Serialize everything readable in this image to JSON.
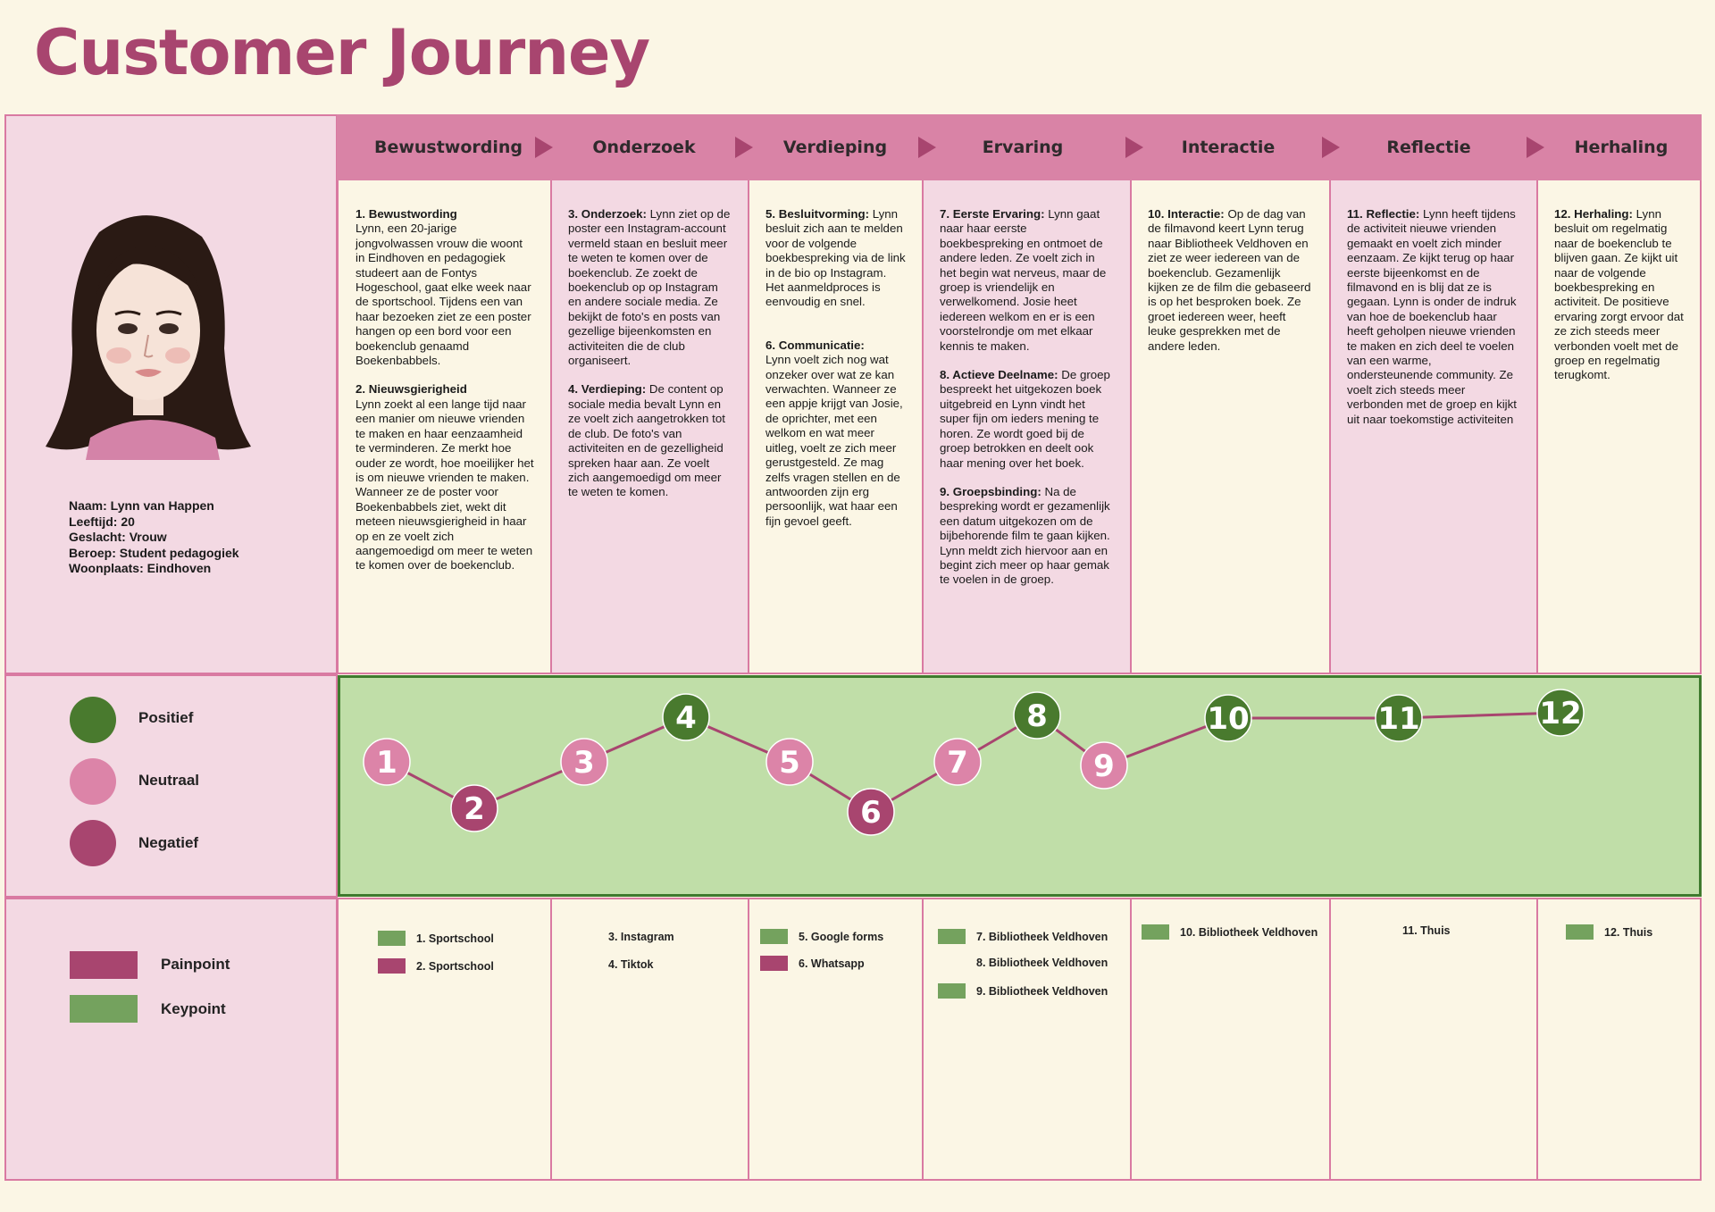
{
  "title": "Customer Journey",
  "stages": [
    "Bewustwording",
    "Onderzoek",
    "Verdieping",
    "Ervaring",
    "Interactie",
    "Reflectie",
    "Herhaling"
  ],
  "persona": {
    "lines": [
      "Naam: Lynn van Happen",
      "Leeftijd: 20",
      "Geslacht: Vrouw",
      "Beroep: Student pedagogiek",
      "Woonplaats: Eindhoven"
    ]
  },
  "steps": [
    {
      "head": "1. Bewustwording",
      "sep": "",
      "text": "Lynn, een 20-jarige jongvolwassen vrouw die woont in Eindhoven en pedagogiek studeert aan de Fontys Hogeschool, gaat elke week naar de sportschool. Tijdens een van haar bezoeken ziet ze een poster hangen op een bord voor een boekenclub genaamd Boekenbabbels."
    },
    {
      "head": "2. Nieuwsgierigheid",
      "sep": "",
      "text": "Lynn zoekt al een lange tijd naar een manier om nieuwe vrienden te maken en haar eenzaamheid te verminderen. Ze merkt hoe ouder ze wordt, hoe moeilijker het is om nieuwe vrienden te maken. Wanneer ze de poster voor Boekenbabbels ziet, wekt dit meteen nieuwsgierigheid in haar op en ze voelt zich aangemoedigd om meer te weten te komen over de boekenclub."
    },
    {
      "head": "3. Onderzoek:",
      "sep": " ",
      "text": "Lynn ziet op de poster een Instagram-account vermeld staan en besluit meer te weten te komen over de boekenclub. Ze zoekt de boekenclub op op Instagram en andere sociale media. Ze bekijkt de foto's en posts van gezellige bijeenkomsten en activiteiten die de club organiseert."
    },
    {
      "head": "4. Verdieping:",
      "sep": " ",
      "text": "De content op sociale media bevalt Lynn en ze voelt zich aangetrokken tot de club. De foto's van activiteiten en de gezelligheid spreken haar aan. Ze voelt zich aangemoedigd om meer te weten te komen."
    },
    {
      "head": "5. Besluitvorming:",
      "sep": " ",
      "text": "Lynn besluit zich aan te melden voor de volgende boekbespreking via de link in de bio op Instagram. Het aanmeldproces is eenvoudig en snel."
    },
    {
      "head": "6. Communicatie:",
      "sep": "",
      "text": "Lynn voelt zich nog wat onzeker over wat ze kan verwachten. Wanneer ze een appje krijgt van Josie, de oprichter, met een welkom en wat meer uitleg, voelt ze zich meer gerustgesteld. Ze mag zelfs vragen stellen en de antwoorden zijn erg persoonlijk, wat haar een fijn gevoel geeft."
    },
    {
      "head": "7. Eerste Ervaring:",
      "sep": " ",
      "text": "Lynn gaat naar haar eerste boekbespreking en ontmoet de andere leden. Ze voelt zich in het begin wat nerveus, maar de groep is vriendelijk en verwelkomend. Josie heet iedereen welkom en er is een voorstelrondje om met elkaar kennis te maken."
    },
    {
      "head": "8. Actieve Deelname:",
      "sep": " ",
      "text": "De groep bespreekt het uitgekozen boek uitgebreid en Lynn vindt het super fijn om ieders mening te horen. Ze wordt goed bij de groep betrokken en deelt ook haar mening over het boek."
    },
    {
      "head": "9. Groepsbinding:",
      "sep": " ",
      "text": "Na de bespreking wordt er gezamenlijk een datum uitgekozen om de bijbehorende film te gaan kijken. Lynn meldt zich hiervoor aan en begint zich meer op haar gemak te voelen in de groep."
    },
    {
      "head": "10. Interactie:",
      "sep": " ",
      "text": "Op de dag van de filmavond keert Lynn terug naar Bibliotheek Veldhoven en ziet ze weer iedereen van de boekenclub. Gezamenlijk kijken ze de film die gebaseerd is op het besproken boek. Ze groet iedereen weer, heeft leuke gesprekken met de andere leden."
    },
    {
      "head": "11. Reflectie:",
      "sep": " ",
      "text": "Lynn heeft tijdens de activiteit nieuwe vrienden gemaakt en voelt zich minder eenzaam. Ze kijkt terug op haar eerste bijeenkomst en de filmavond en is blij dat ze is gegaan. Lynn is onder de indruk van hoe de boekenclub haar heeft geholpen nieuwe vrienden te maken en zich deel te voelen van een warme, ondersteunende community. Ze voelt zich steeds meer verbonden met de groep en kijkt uit naar toekomstige activiteiten"
    },
    {
      "head": "12. Herhaling:",
      "sep": " ",
      "text": "Lynn besluit om regelmatig naar de boekenclub te blijven gaan. Ze kijkt uit naar de volgende boekbespreking en activiteit. De positieve ervaring zorgt ervoor dat ze zich steeds meer verbonden voelt met de groep en regelmatig terugkomt."
    }
  ],
  "emotion_legend": [
    {
      "label": "Positief",
      "color": "#497a2e"
    },
    {
      "label": "Neutraal",
      "color": "#dc84a8"
    },
    {
      "label": "Negatief",
      "color": "#a8456f"
    }
  ],
  "touchpoint_legend": [
    {
      "label": "Painpoint",
      "color": "#a8456f"
    },
    {
      "label": "Keypoint",
      "color": "#74a25e"
    }
  ],
  "chart_data": {
    "type": "line",
    "x": [
      1,
      2,
      3,
      4,
      5,
      6,
      7,
      8,
      9,
      10,
      11,
      12
    ],
    "labels": [
      "1",
      "2",
      "3",
      "4",
      "5",
      "6",
      "7",
      "8",
      "9",
      "10",
      "11",
      "12"
    ],
    "sentiment": [
      "Neutraal",
      "Negatief",
      "Neutraal",
      "Positief",
      "Neutraal",
      "Negatief",
      "Neutraal",
      "Positief",
      "Neutraal",
      "Positief",
      "Positief",
      "Positief"
    ],
    "values": [
      0,
      -1,
      0,
      1,
      0,
      -1,
      0,
      1,
      0,
      1,
      1,
      1
    ],
    "ylim": [
      -1,
      1
    ],
    "line_color": "#a8456f"
  },
  "touchpoints": [
    [
      {
        "label": "1. Sportschool",
        "kind": "key"
      },
      {
        "label": "2. Sportschool",
        "kind": "pain"
      }
    ],
    [
      {
        "label": "3. Instagram",
        "kind": "none"
      },
      {
        "label": "4. Tiktok",
        "kind": "none"
      }
    ],
    [
      {
        "label": "5. Google forms",
        "kind": "key"
      },
      {
        "label": "6. Whatsapp",
        "kind": "pain"
      }
    ],
    [
      {
        "label": "7. Bibliotheek Veldhoven",
        "kind": "key"
      },
      {
        "label": "8. Bibliotheek Veldhoven",
        "kind": "none"
      },
      {
        "label": "9. Bibliotheek Veldhoven",
        "kind": "key"
      }
    ],
    [
      {
        "label": "10. Bibliotheek Veldhoven",
        "kind": "key"
      }
    ],
    [
      {
        "label": "11. Thuis",
        "kind": "none"
      }
    ],
    [
      {
        "label": "12. Thuis",
        "kind": "key"
      }
    ]
  ]
}
